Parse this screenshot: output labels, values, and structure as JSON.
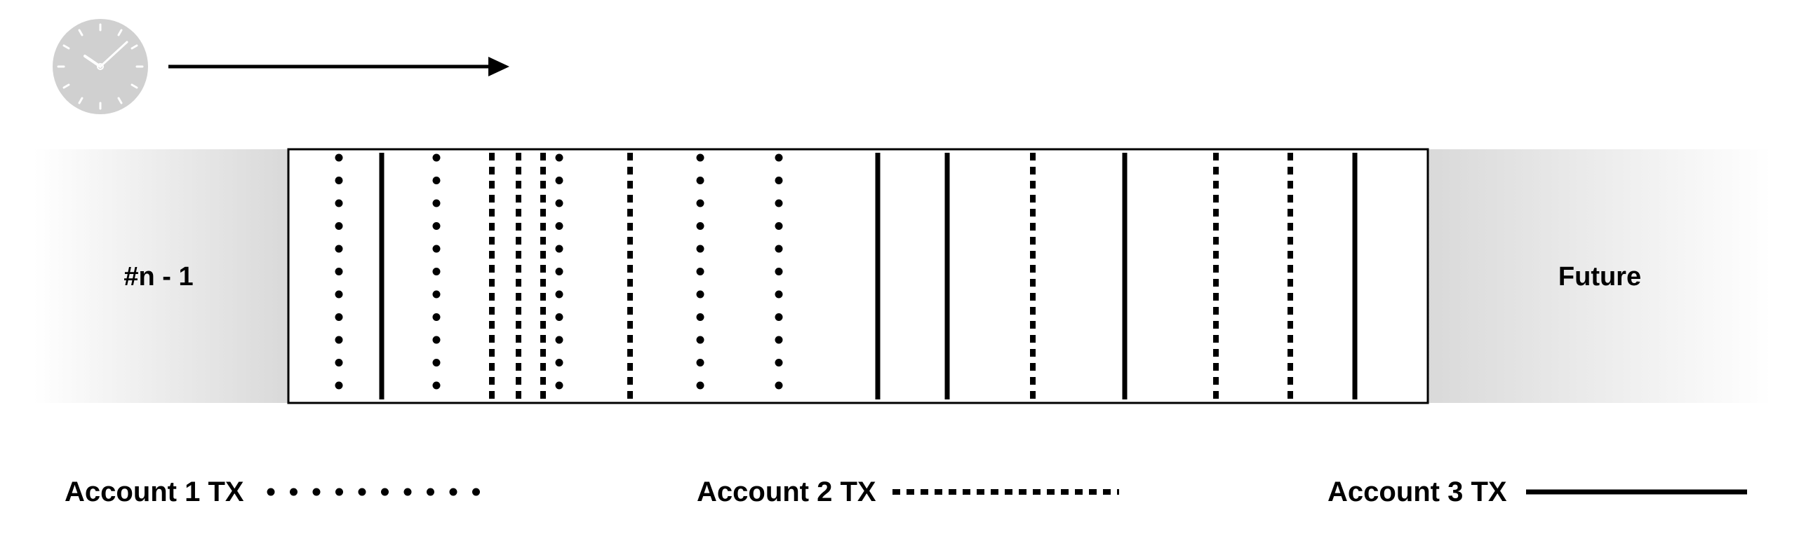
{
  "prev_block_label": "#n - 1",
  "future_block_label": "Future",
  "clock_icon": "clock-icon",
  "time_arrow_icon": "arrow-right-icon",
  "colors": {
    "ink": "#000000",
    "clock_face": "#d0d0d0",
    "fade_gray": "#d9d9d9",
    "box_fill": "#ffffff"
  },
  "transactions": [
    {
      "account": 1
    },
    {
      "account": 3
    },
    {
      "account": 1
    },
    {
      "account": 2
    },
    {
      "account": 2
    },
    {
      "account": 2
    },
    {
      "account": 1
    },
    {
      "account": 2
    },
    {
      "account": 1
    },
    {
      "account": 1
    },
    {
      "account": 3
    },
    {
      "account": 3
    },
    {
      "account": 2
    },
    {
      "account": 3
    },
    {
      "account": 2
    },
    {
      "account": 2
    },
    {
      "account": 3
    }
  ],
  "legend": [
    {
      "label": "Account 1 TX",
      "style": "dotted"
    },
    {
      "label": "Account 2 TX",
      "style": "dashed"
    },
    {
      "label": "Account 3 TX",
      "style": "solid"
    }
  ]
}
